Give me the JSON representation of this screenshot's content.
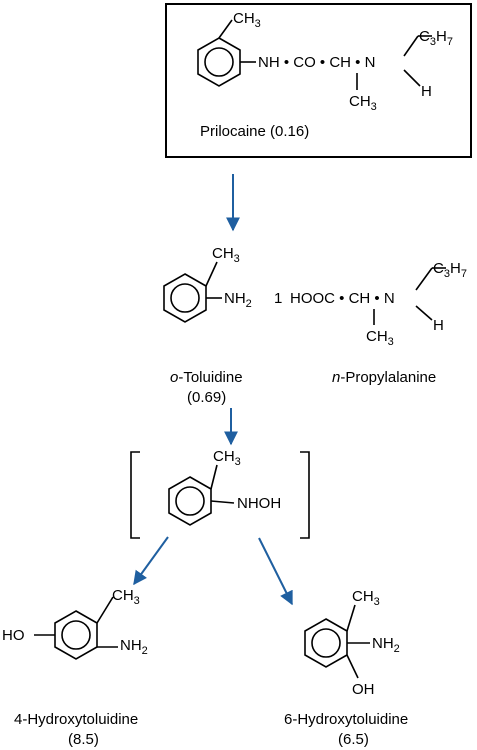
{
  "prilocaine": {
    "ch3": "CH",
    "ch3_sub": "3",
    "chain": "NH • CO • CH • N",
    "branch_ch3": "CH",
    "branch_ch3_sub": "3",
    "c3h7_c": "C",
    "c3h7_3": "3",
    "c3h7_h": "H",
    "c3h7_7": "7",
    "h": "H",
    "label": "Prilocaine (0.16)"
  },
  "toluidine": {
    "ch3": "CH",
    "ch3_sub": "3",
    "nh2": "NH",
    "nh2_sub": "2",
    "plus": "1",
    "name_italic": "o",
    "name_rest": "-Toluidine",
    "value": "(0.69)"
  },
  "propylalanine": {
    "chain": "HOOC • CH • N",
    "branch_ch3": "CH",
    "branch_ch3_sub": "3",
    "c3h7_c": "C",
    "c3h7_3": "3",
    "c3h7_h": "H",
    "c3h7_7": "7",
    "h": "H",
    "name_italic": "n",
    "name_rest": "-Propylalanine"
  },
  "intermediate": {
    "ch3": "CH",
    "ch3_sub": "3",
    "nhoh": "NHOH"
  },
  "hydroxy4": {
    "ho": "HO",
    "ch3": "CH",
    "ch3_sub": "3",
    "nh2": "NH",
    "nh2_sub": "2",
    "name": "4-Hydroxytoluidine",
    "value": "(8.5)"
  },
  "hydroxy6": {
    "ch3": "CH",
    "ch3_sub": "3",
    "nh2": "NH",
    "nh2_sub": "2",
    "oh": "OH",
    "name": "6-Hydroxytoluidine",
    "value": "(6.5)"
  },
  "colors": {
    "arrow": "#1f5fa0",
    "ink": "#000000"
  }
}
